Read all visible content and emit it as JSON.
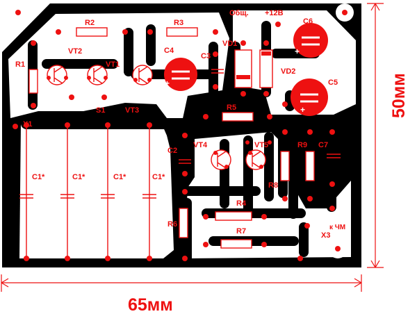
{
  "colors": {
    "board": "#000000",
    "silkscreen": "#ee1111",
    "background": "#ffffff"
  },
  "dimensions": {
    "width_label": "65мм",
    "height_label": "50мм"
  },
  "components": {
    "r1": "R1",
    "r2": "R2",
    "r3": "R3",
    "r4": "R4",
    "r5": "R5",
    "r6": "R6",
    "r7": "R7",
    "r8": "R8",
    "r9": "R9",
    "c1a": "C1*",
    "c1b": "C1*",
    "c1c": "C1*",
    "c1d": "C1*",
    "c2": "C2",
    "c3": "C3",
    "c4": "C4",
    "c5": "C5",
    "c6": "C6",
    "c7": "C7",
    "vt1": "VT1",
    "vt2": "VT2",
    "vt3": "VT3",
    "vt4": "VT4",
    "vt5": "VT5",
    "vd1": "VD1",
    "vd2": "VD2",
    "s1": "S1"
  },
  "connectors": {
    "x1": "X1",
    "x3": "X3",
    "gnd": "Общ.",
    "plus12": "+12В",
    "to_fm": "к ЧМ"
  }
}
